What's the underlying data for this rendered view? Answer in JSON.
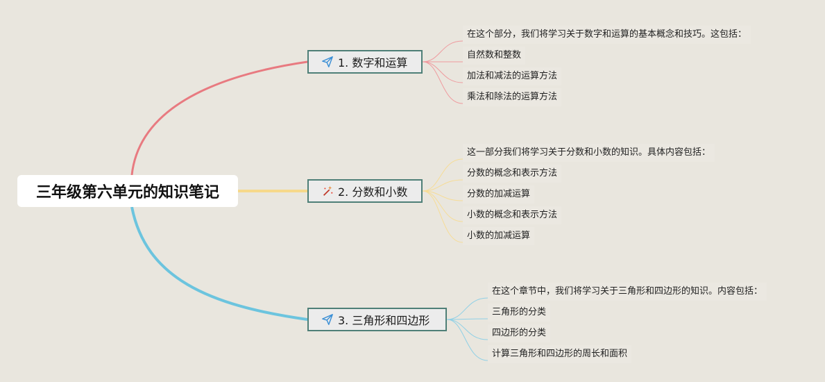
{
  "colors": {
    "background": "#e9e6de",
    "branch1": "#e87a80",
    "branch2": "#f6d98a",
    "branch3": "#6cc4de",
    "node_border": "#4e7f77"
  },
  "root": {
    "title": "三年级第六单元的知识笔记"
  },
  "branches": [
    {
      "title": "1. 数字和运算",
      "icon": "paper-plane-icon",
      "items": [
        "在这个部分，我们将学习关于数字和运算的基本概念和技巧。这包括：",
        "自然数和整数",
        "加法和减法的运算方法",
        "乘法和除法的运算方法"
      ]
    },
    {
      "title": "2. 分数和小数",
      "icon": "magic-wand-icon",
      "items": [
        "这一部分我们将学习关于分数和小数的知识。具体内容包括：",
        "分数的概念和表示方法",
        "分数的加减运算",
        "小数的概念和表示方法",
        "小数的加减运算"
      ]
    },
    {
      "title": "3. 三角形和四边形",
      "icon": "paper-plane-icon",
      "items": [
        "在这个章节中，我们将学习关于三角形和四边形的知识。内容包括：",
        "三角形的分类",
        "四边形的分类",
        "计算三角形和四边形的周长和面积"
      ]
    }
  ]
}
